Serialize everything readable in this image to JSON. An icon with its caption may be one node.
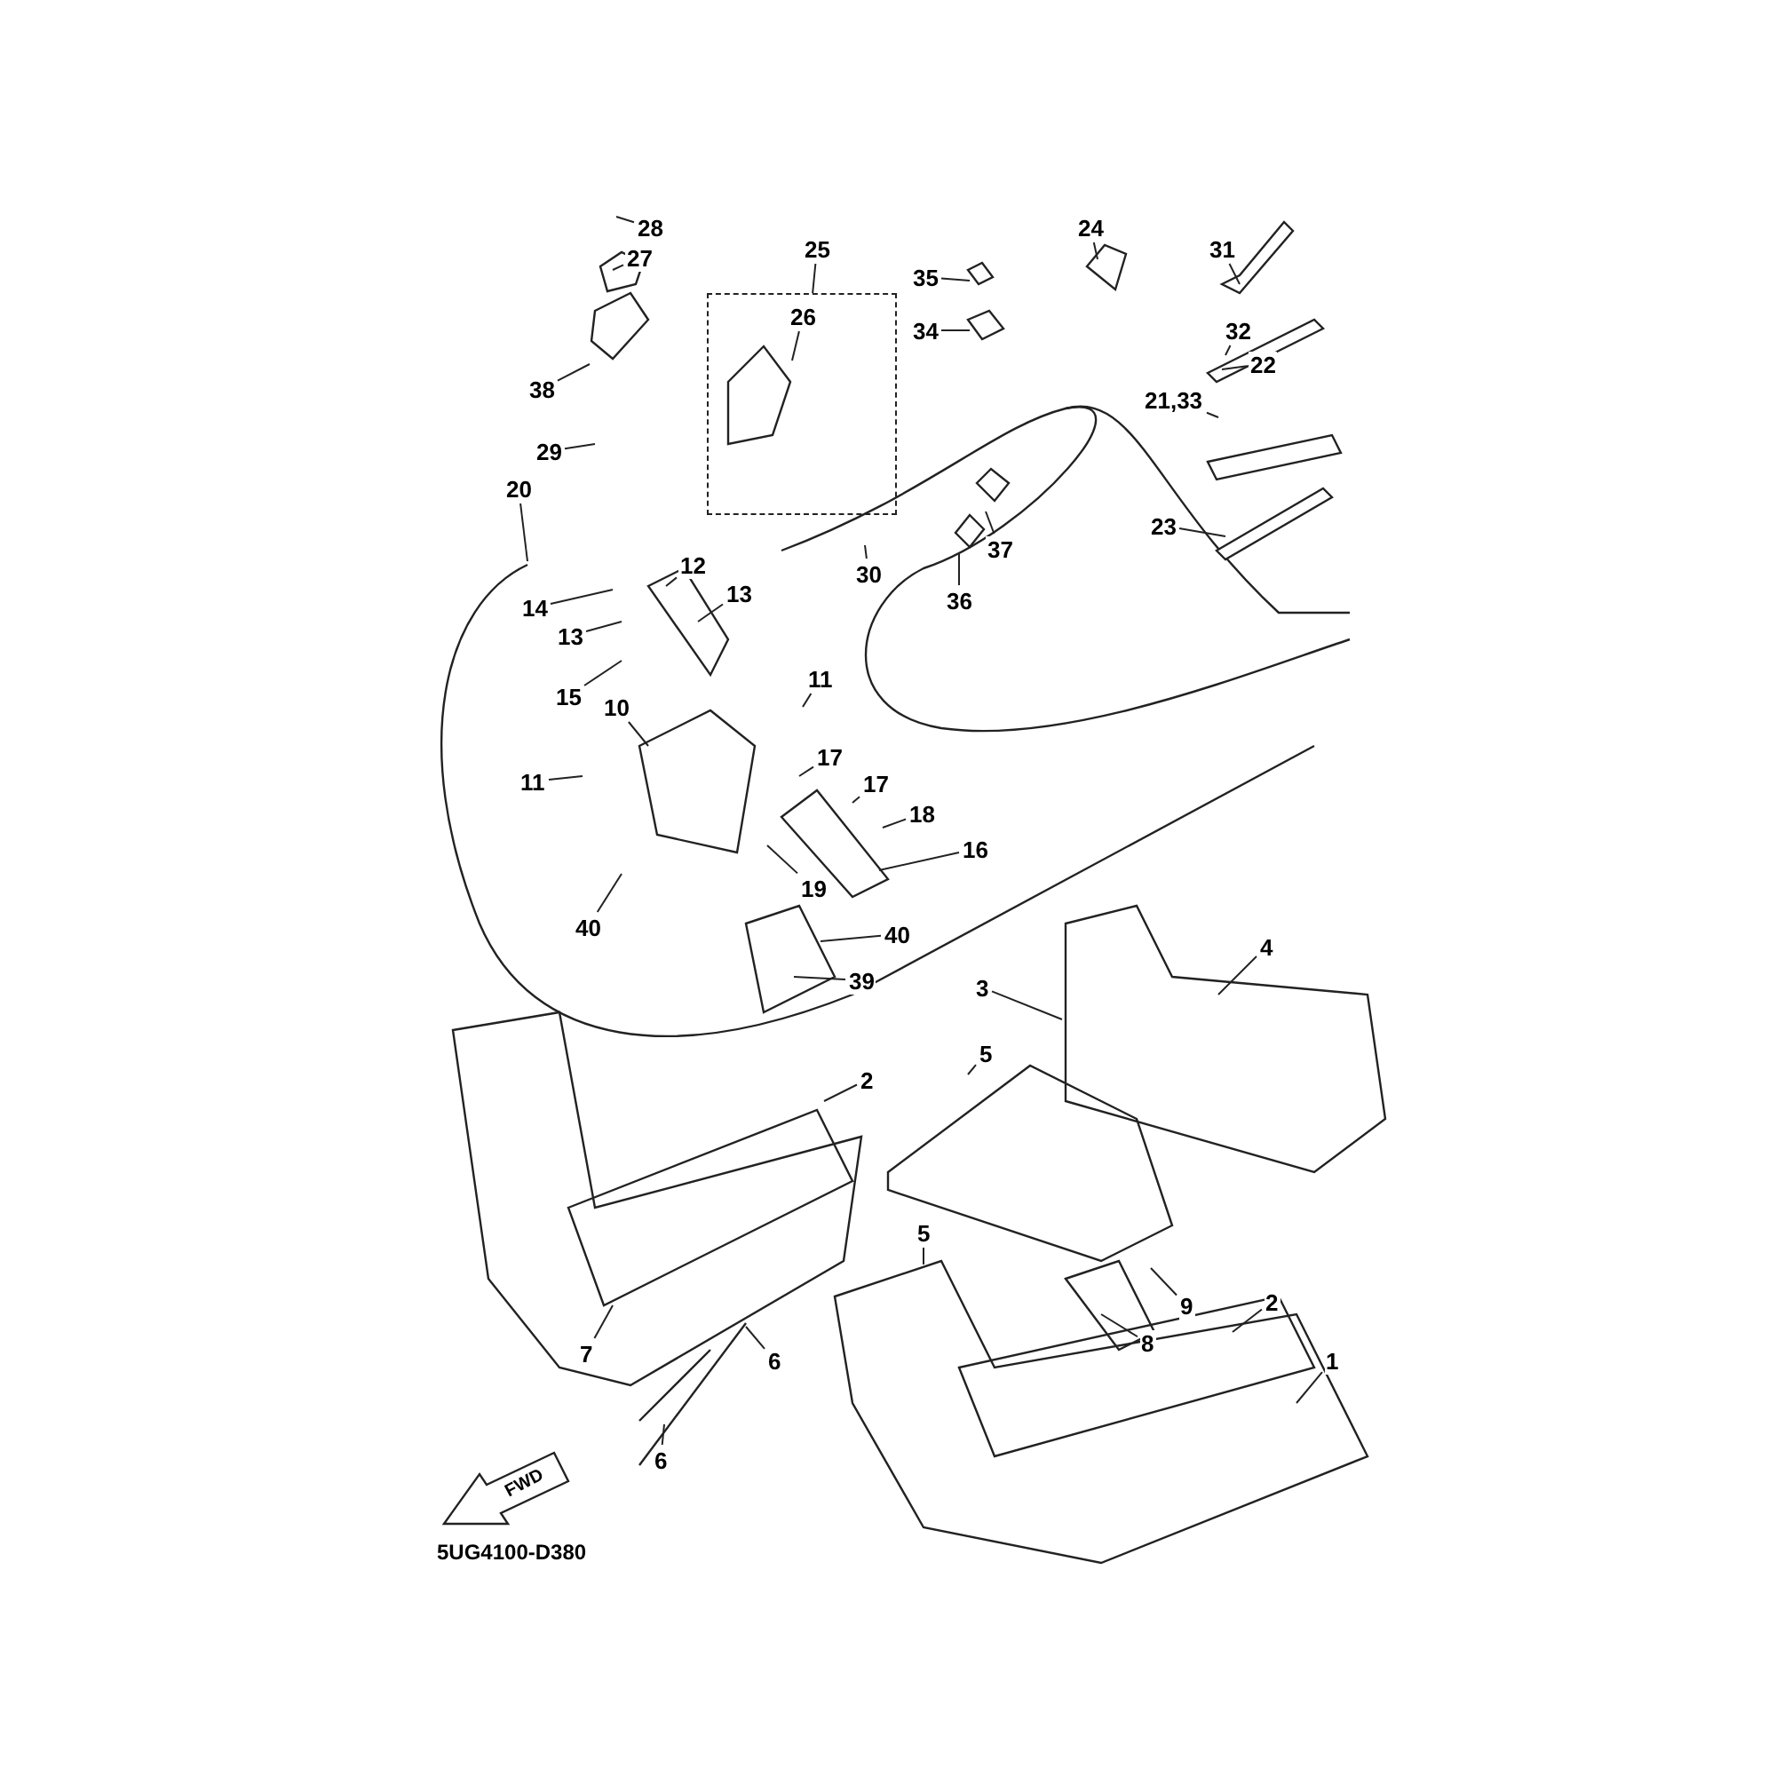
{
  "diagram": {
    "nodes": [
      {
        "text": [
          "28"
        ]
      },
      {
        "text": [
          "27"
        ]
      },
      {
        "text": [
          "25"
        ]
      },
      {
        "text": [],
        "shape": "box"
      },
      {
        "text": [
          "26"
        ],
        "in": 3
      },
      {
        "text": [
          "35"
        ]
      },
      {
        "text": [
          "34"
        ]
      },
      {
        "text": [
          "24"
        ]
      },
      {
        "text": [
          "31"
        ]
      },
      {
        "text": [
          "32"
        ]
      },
      {
        "text": [
          "22"
        ]
      },
      {
        "text": [
          "21,33"
        ]
      },
      {
        "text": [
          "23"
        ]
      },
      {
        "text": [
          "38"
        ]
      },
      {
        "text": [
          "29"
        ]
      },
      {
        "text": [
          "20"
        ]
      },
      {
        "text": [
          "12"
        ]
      },
      {
        "text": [
          "14"
        ]
      },
      {
        "text": [
          "13"
        ]
      },
      {
        "text": [
          "13"
        ]
      },
      {
        "text": [
          "15"
        ]
      },
      {
        "text": [
          "30"
        ]
      },
      {
        "text": [
          "36"
        ]
      },
      {
        "text": [
          "37"
        ]
      },
      {
        "text": [
          "11"
        ]
      },
      {
        "text": [
          "10"
        ]
      },
      {
        "text": [
          "11"
        ]
      },
      {
        "text": [
          "17"
        ]
      },
      {
        "text": [
          "17"
        ]
      },
      {
        "text": [
          "18"
        ]
      },
      {
        "text": [
          "16"
        ]
      },
      {
        "text": [
          "19"
        ]
      },
      {
        "text": [
          "40"
        ]
      },
      {
        "text": [
          "40"
        ]
      },
      {
        "text": [
          "39"
        ]
      },
      {
        "text": [
          "3"
        ]
      },
      {
        "text": [
          "4"
        ]
      },
      {
        "text": [
          "2"
        ]
      },
      {
        "text": [
          "5"
        ]
      },
      {
        "text": [
          "7"
        ]
      },
      {
        "text": [
          "6"
        ]
      },
      {
        "text": [
          "6"
        ]
      },
      {
        "text": [
          "5"
        ]
      },
      {
        "text": [
          "9"
        ]
      },
      {
        "text": [
          "8"
        ]
      },
      {
        "text": [
          "2"
        ]
      },
      {
        "text": [
          "1"
        ]
      }
    ],
    "edges": [
      {
        "from": 0,
        "to": null,
        "arrow": "none"
      },
      {
        "from": 1,
        "to": null,
        "arrow": "none"
      },
      {
        "from": 2,
        "to": 3,
        "arrow": "none"
      },
      {
        "from": 4,
        "to": null,
        "arrow": "none"
      },
      {
        "from": 5,
        "to": null,
        "arrow": "none"
      },
      {
        "from": 6,
        "to": null,
        "arrow": "none"
      },
      {
        "from": 7,
        "to": null,
        "arrow": "none"
      },
      {
        "from": 8,
        "to": null,
        "arrow": "none"
      },
      {
        "from": 9,
        "to": null,
        "arrow": "none"
      },
      {
        "from": 10,
        "to": null,
        "arrow": "none"
      },
      {
        "from": 11,
        "to": null,
        "arrow": "none"
      },
      {
        "from": 12,
        "to": null,
        "arrow": "none"
      },
      {
        "from": 13,
        "to": null,
        "arrow": "none"
      },
      {
        "from": 14,
        "to": null,
        "arrow": "none"
      },
      {
        "from": 15,
        "to": null,
        "arrow": "none"
      },
      {
        "from": 16,
        "to": null,
        "arrow": "none"
      },
      {
        "from": 17,
        "to": null,
        "arrow": "none"
      },
      {
        "from": 18,
        "to": null,
        "arrow": "none"
      },
      {
        "from": 19,
        "to": null,
        "arrow": "none"
      },
      {
        "from": 20,
        "to": null,
        "arrow": "none"
      },
      {
        "from": 21,
        "to": null,
        "arrow": "none"
      },
      {
        "from": 22,
        "to": null,
        "arrow": "none"
      },
      {
        "from": 23,
        "to": null,
        "arrow": "none"
      },
      {
        "from": 24,
        "to": null,
        "arrow": "none"
      },
      {
        "from": 25,
        "to": null,
        "arrow": "none"
      },
      {
        "from": 26,
        "to": null,
        "arrow": "none"
      },
      {
        "from": 27,
        "to": null,
        "arrow": "none"
      },
      {
        "from": 28,
        "to": null,
        "arrow": "none"
      },
      {
        "from": 29,
        "to": null,
        "arrow": "none"
      },
      {
        "from": 30,
        "to": null,
        "arrow": "none"
      },
      {
        "from": 31,
        "to": null,
        "arrow": "none"
      },
      {
        "from": 32,
        "to": null,
        "arrow": "none"
      },
      {
        "from": 33,
        "to": null,
        "arrow": "none"
      },
      {
        "from": 34,
        "to": null,
        "arrow": "none"
      },
      {
        "from": 35,
        "to": null,
        "arrow": "none"
      },
      {
        "from": 36,
        "to": null,
        "arrow": "none"
      },
      {
        "from": 37,
        "to": null,
        "arrow": "none"
      },
      {
        "from": 38,
        "to": null,
        "arrow": "none"
      },
      {
        "from": 39,
        "to": null,
        "arrow": "none"
      },
      {
        "from": 40,
        "to": null,
        "arrow": "none"
      },
      {
        "from": 41,
        "to": null,
        "arrow": "none"
      },
      {
        "from": 42,
        "to": null,
        "arrow": "none"
      },
      {
        "from": 43,
        "to": null,
        "arrow": "none"
      },
      {
        "from": 44,
        "to": null,
        "arrow": "none"
      },
      {
        "from": 45,
        "to": null,
        "arrow": "none"
      },
      {
        "from": 46,
        "to": null,
        "arrow": "none"
      }
    ],
    "labels": [
      "FWD",
      "5UG4100-D380"
    ]
  }
}
